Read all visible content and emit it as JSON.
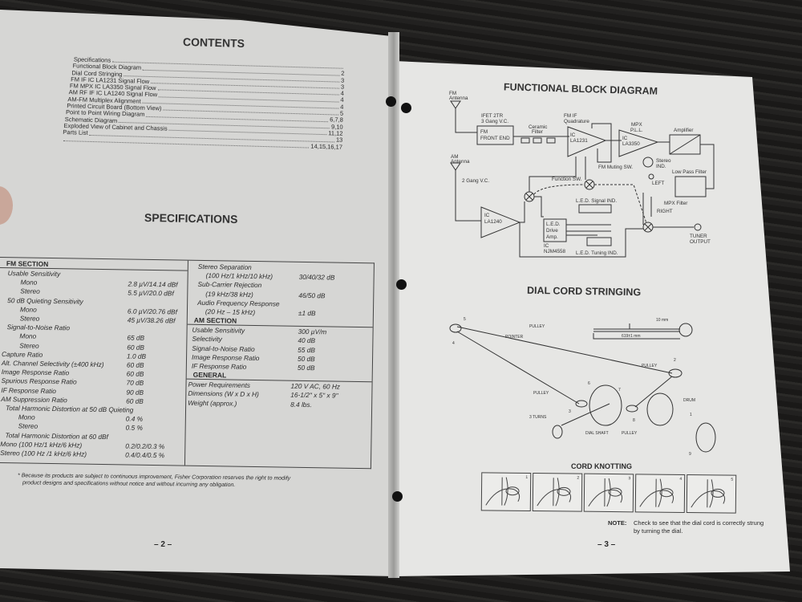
{
  "left_page": {
    "contents_title": "CONTENTS",
    "contents": [
      {
        "label": "Specifications",
        "page": ""
      },
      {
        "label": "Functional Block Diagram",
        "page": "2"
      },
      {
        "label": "Dial Cord Stringing",
        "page": "3"
      },
      {
        "label": "FM IF IC LA1231 Signal Flow",
        "page": "3"
      },
      {
        "label": "FM MPX IC LA3350 Signal Flow",
        "page": "4"
      },
      {
        "label": "AM RF IF IC LA1240 Signal Flow",
        "page": "4"
      },
      {
        "label": "AM-FM Multiplex Alignment",
        "page": "4"
      },
      {
        "label": "Printed Circuit Board (Bottom View)",
        "page": "5"
      },
      {
        "label": "Point to Point Wiring Diagram",
        "page": "6,7,8"
      },
      {
        "label": "Schematic Diagram",
        "page": "9,10"
      },
      {
        "label": "Exploded View of Cabinet and Chassis",
        "page": "11,12"
      },
      {
        "label": "Parts List",
        "page": "13"
      },
      {
        "label": "",
        "page": "14,15,16,17"
      }
    ],
    "specs_title": "SPECIFICATIONS",
    "fm_section": {
      "title": "FM SECTION",
      "rows": [
        {
          "label": "Usable Sensitivity",
          "value": ""
        },
        {
          "label": "Mono",
          "value": "2.8 µV/14.14 dBf"
        },
        {
          "label": "Stereo",
          "value": "5.5 µV/20.0 dBf"
        },
        {
          "label": "50 dB Quieting Sensitivity",
          "value": ""
        },
        {
          "label": "Mono",
          "value": "6.0 µV/20.76 dBf"
        },
        {
          "label": "Stereo",
          "value": "45 µV/38.26 dBf"
        },
        {
          "label": "Signal-to-Noise Ratio",
          "value": ""
        },
        {
          "label": "Mono",
          "value": "65 dB"
        },
        {
          "label": "Stereo",
          "value": "60 dB"
        },
        {
          "label": "Capture Ratio",
          "value": "1.0 dB"
        },
        {
          "label": "Alt. Channel Selectivity (±400 kHz)",
          "value": "60 dB"
        },
        {
          "label": "Image Response Ratio",
          "value": "60 dB"
        },
        {
          "label": "Spurious Response Ratio",
          "value": "70 dB"
        },
        {
          "label": "IF Response Ratio",
          "value": "90 dB"
        },
        {
          "label": "AM Suppression Ratio",
          "value": "60 dB"
        },
        {
          "label": "Total Harmonic Distortion at 50 dB Quieting",
          "value": ""
        },
        {
          "label": "Mono",
          "value": "0.4 %"
        },
        {
          "label": "Stereo",
          "value": "0.5 %"
        },
        {
          "label": "Total Harmonic Distortion at 60 dBf",
          "value": ""
        },
        {
          "label": "Mono (100 Hz/1 kHz/6 kHz)",
          "value": "0.2/0.2/0.3 %"
        },
        {
          "label": "Stereo (100 Hz /1 kHz/6 kHz)",
          "value": "0.4/0.4/0.5 %"
        }
      ]
    },
    "fm_section_cont": [
      {
        "label": "Stereo Separation",
        "value": ""
      },
      {
        "label": "(100 Hz/1 kHz/10 kHz)",
        "value": "30/40/32 dB"
      },
      {
        "label": "Sub-Carrier Rejection",
        "value": ""
      },
      {
        "label": "(19 kHz/38 kHz)",
        "value": "46/50 dB"
      },
      {
        "label": "Audio Frequency Response",
        "value": ""
      },
      {
        "label": "(20 Hz – 15 kHz)",
        "value": "±1 dB"
      }
    ],
    "am_section": {
      "title": "AM SECTION",
      "rows": [
        {
          "label": "Usable Sensitivity",
          "value": "300 µV/m"
        },
        {
          "label": "Selectivity",
          "value": "40 dB"
        },
        {
          "label": "Signal-to-Noise Ratio",
          "value": "55 dB"
        },
        {
          "label": "Image Response Ratio",
          "value": "50 dB"
        },
        {
          "label": "IF Response Ratio",
          "value": "50 dB"
        }
      ]
    },
    "general": {
      "title": "GENERAL",
      "rows": [
        {
          "label": "Power Requirements",
          "value": "120 V AC, 60 Hz"
        },
        {
          "label": "Dimensions (W x D x H)",
          "value": "16-1/2\" x 5\" x 9\""
        },
        {
          "label": "Weight (approx.)",
          "value": "8.4 lbs."
        }
      ]
    },
    "footnote_line1": "* Because its products are subject to continuous improvement, Fisher Corporation reserves the right to modify",
    "footnote_line2": "product designs and specifications without notice and without incurring any obligation.",
    "page_number": "– 2 –"
  },
  "right_page": {
    "block_title": "FUNCTIONAL BLOCK DIAGRAM",
    "block_labels": {
      "fm_antenna1": "FM",
      "fm_antenna2": "Antenna",
      "ifet1": "IFET 2TR",
      "ifet2": "3 Gang V.C.",
      "front1": "FM",
      "front2": "FRONT END",
      "ceramic1": "Ceramic",
      "ceramic2": "Filter",
      "fmif1": "FM IF",
      "fmif2": "Quadrature",
      "ic1a": "IC",
      "ic1b": "LA1231",
      "mpx1": "MPX",
      "mpx2": "P.L.L.",
      "ic2a": "IC",
      "ic2b": "LA3350",
      "amplifier": "Amplifier",
      "muting": "FM Muting SW.",
      "stereo1": "Stereo",
      "stereo2": "IND.",
      "lpf": "Low Pass Filter",
      "left": "LEFT",
      "mpxfilter": "MPX Filter",
      "right": "RIGHT",
      "am_antenna1": "AM",
      "am_antenna2": "Antenna",
      "gang2": "2 Gang V.C.",
      "function_sw": "Function SW.",
      "ic3a": "IC",
      "ic3b": "LA1240",
      "led_signal": "L.E.D. Signal IND.",
      "led1": "L.E.D.",
      "led2": "Drive",
      "led3": "Amp.",
      "ic4a": "IC",
      "ic4b": "NJM4558",
      "led_tuning": "L.E.D. Tuning IND.",
      "tuner1": "TUNER",
      "tuner2": "OUTPUT"
    },
    "dial_title": "DIAL CORD STRINGING",
    "dial_labels": {
      "pulley_a": "PULLEY",
      "pointer": "POINTER",
      "pulley_b": "PULLEY",
      "pulley_c": "PULLEY",
      "drum": "DRUM",
      "turns": "3 TURNS",
      "dial_shaft": "DIAL SHAFT",
      "pulley_d": "PULLEY",
      "dim10": "10 mm",
      "dim619": "619±1 mm",
      "n1": "1",
      "n2": "2",
      "n3": "3",
      "n4": "4",
      "n5": "5",
      "n6": "6",
      "n7": "7",
      "n8": "8",
      "n9": "9"
    },
    "knot_title": "CORD KNOTTING",
    "knot_steps": [
      "1",
      "2",
      "3",
      "4",
      "5"
    ],
    "note_label": "NOTE:",
    "note_line1": "Check to see that the dial cord is correctly strung",
    "note_line2": "by turning the dial.",
    "page_number": "– 3 –"
  }
}
